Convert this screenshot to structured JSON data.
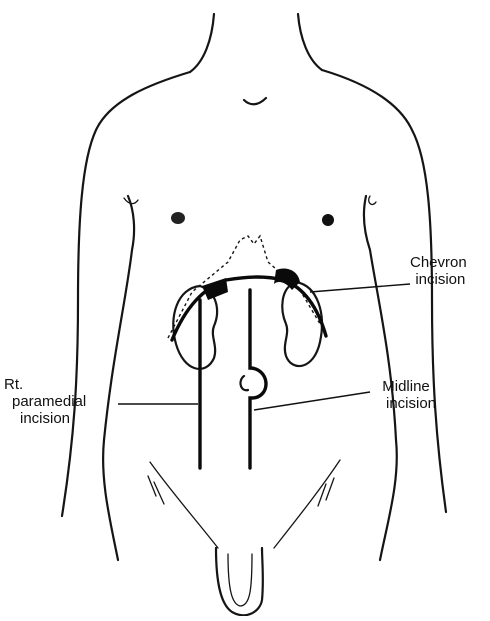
{
  "labels": {
    "chevron": [
      "Chevron",
      "incision"
    ],
    "paramedial": [
      "Rt.",
      "paramedial",
      "incision"
    ],
    "midline": [
      "Midline",
      "incision"
    ]
  },
  "icons": {
    "body_outline": "torso-outline-icon",
    "kidney": "kidney-icon"
  }
}
